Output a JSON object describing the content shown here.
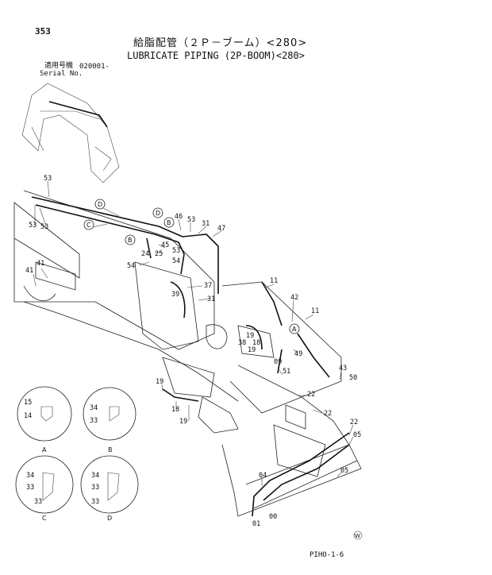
{
  "header": {
    "page_number": "353",
    "title_jp": "給脂配管（２Ｐ－ブーム）<280>",
    "title_en": "LUBRICATE PIPING (2P-BOOM)<280>",
    "serial_label_jp": "適用号機",
    "serial_value": "020001-",
    "serial_label_en": "Serial No."
  },
  "callouts": [
    "53",
    "53",
    "53",
    "41",
    "41",
    "D",
    "D",
    "C",
    "B",
    "46",
    "53",
    "31",
    "47",
    "B",
    "45",
    "24",
    "25",
    "53",
    "54",
    "54",
    "37",
    "39",
    "31",
    "11",
    "42",
    "11",
    "A",
    "49",
    "38",
    "19",
    "18",
    "19",
    "09",
    "51",
    "43",
    "50",
    "22",
    "22",
    "22",
    "05",
    "05",
    "04",
    "00",
    "01",
    "19",
    "18",
    "19"
  ],
  "detail_views": [
    {
      "label": "A",
      "parts": [
        "15",
        "14"
      ]
    },
    {
      "label": "B",
      "parts": [
        "34",
        "33"
      ]
    },
    {
      "label": "C",
      "parts": [
        "34",
        "33",
        "33"
      ]
    },
    {
      "label": "D",
      "parts": [
        "34",
        "33",
        "33"
      ]
    }
  ],
  "mark_w": "W",
  "drawing_code": "PIHO-1-6"
}
